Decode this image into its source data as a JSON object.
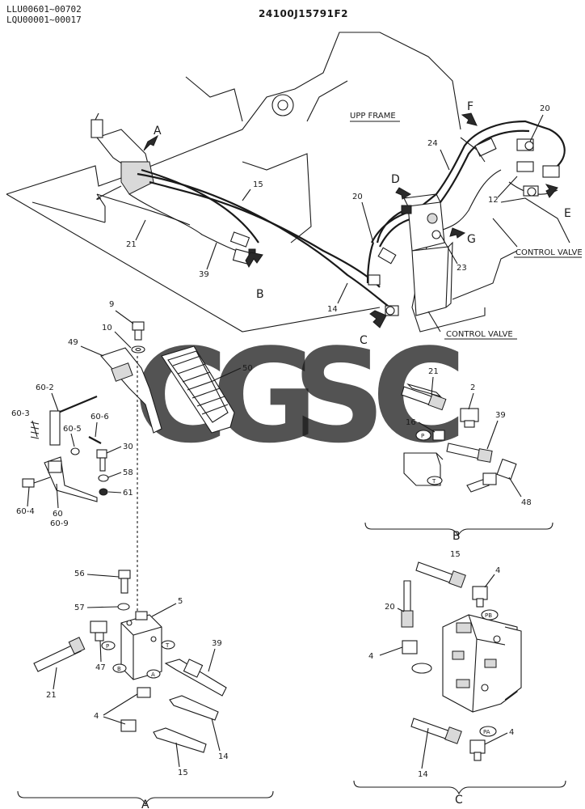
{
  "header": {
    "serial_line_1": "LLU00601~00702",
    "serial_line_2": "LQU00001~00017",
    "drawing_number": "24100J15791F2"
  },
  "labels": {
    "upp_frame": "UPP FRAME",
    "control_valve_1": "CONTROL VALVE",
    "control_valve_2": "CONTROL VALVE"
  },
  "view_letters": {
    "A": "A",
    "B": "B",
    "C": "C",
    "D": "D",
    "E": "E",
    "F": "F",
    "G": "G"
  },
  "part_numbers": {
    "p2": "2",
    "p4": "4",
    "p5": "5",
    "p9": "9",
    "p10": "10",
    "p12": "12",
    "p14": "14",
    "p15": "15",
    "p16": "16",
    "p20": "20",
    "p21": "21",
    "p23": "23",
    "p24": "24",
    "p30": "30",
    "p39": "39",
    "p47": "47",
    "p48": "48",
    "p49": "49",
    "p50": "50",
    "p56": "56",
    "p57": "57",
    "p58": "58",
    "p60": "60",
    "p60_2": "60-2",
    "p60_3": "60-3",
    "p60_4": "60-4",
    "p60_5": "60-5",
    "p60_6": "60-6",
    "p60_9": "60-9",
    "p61": "61"
  },
  "port_tags": {
    "P": "P",
    "T": "T",
    "PA": "PA",
    "PB": "PB",
    "A": "A",
    "B": "B"
  },
  "watermark": {
    "letters": [
      "C",
      "G",
      "S",
      "C"
    ],
    "colors": [
      "#4f86f0",
      "#f07c72",
      "#f7d56b",
      "#5db885"
    ]
  }
}
